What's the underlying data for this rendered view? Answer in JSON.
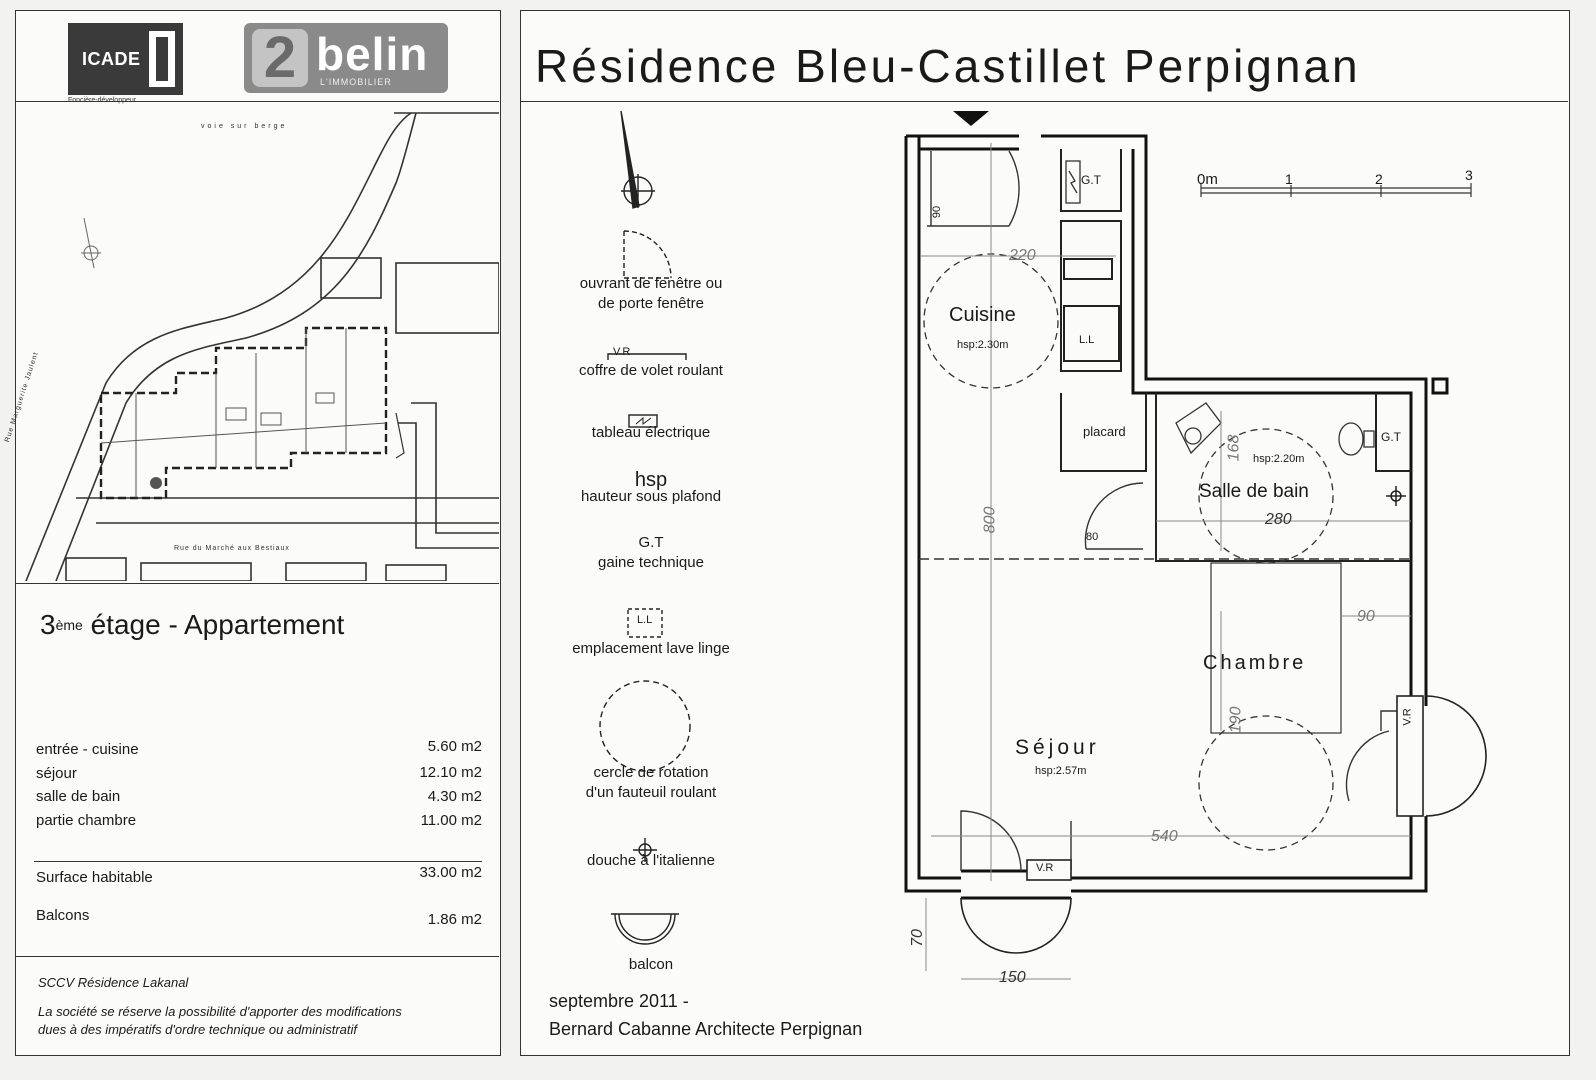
{
  "logos": {
    "icade": "ICADE",
    "icade_sub": "Foncière-développeur",
    "belin_word": "belin",
    "belin_sub": "L'IMMOBILIER"
  },
  "site_plan": {
    "voie_label": "voie sur berge",
    "rue_marguerite": "Rue Marguerite Jaulent",
    "rue_marche": "Rue du Marché aux Bestiaux"
  },
  "floor": {
    "floor_prefix": "3",
    "floor_sup": "ème",
    "floor_rest": "étage  -  Appartement"
  },
  "areas": [
    {
      "label": "entrée - cuisine",
      "value": "5.60 m2"
    },
    {
      "label": "séjour",
      "value": "12.10 m2"
    },
    {
      "label": "salle de bain",
      "value": "4.30 m2"
    },
    {
      "label": "partie chambre",
      "value": "11.00 m2"
    }
  ],
  "totals": {
    "surface_label": "Surface habitable",
    "surface_value": "33.00 m2",
    "balcons_label": "Balcons",
    "balcons_value": "1.86 m2"
  },
  "footer": {
    "company": "SCCV Résidence Lakanal",
    "disclaimer_line1": "La société se réserve la possibilité d'apporter des modifications",
    "disclaimer_line2": "dues à des impératifs d'ordre technique ou administratif"
  },
  "title": "Résidence Bleu-Castillet Perpignan",
  "legend": {
    "window_line1": "ouvrant de fenêtre ou",
    "window_line2": "de porte fenêtre",
    "vr_box": "V.R",
    "vr_text": "coffre de volet roulant",
    "elec_text": "tableau électrique",
    "hsp_title": "hsp",
    "hsp_text": "hauteur sous plafond",
    "gt_title": "G.T",
    "gt_text": "gaine technique",
    "ll_box": "L.L",
    "ll_text": "emplacement lave linge",
    "circle_line1": "cercle de rotation",
    "circle_line2": "d'un fauteuil roulant",
    "shower_text": "douche à l'italienne",
    "balcony_text": "balcon"
  },
  "credits": {
    "date": "septembre 2011 -",
    "architect": "Bernard Cabanne Architecte Perpignan"
  },
  "plan": {
    "scale_0": "0m",
    "scale_1": "1",
    "scale_2": "2",
    "scale_3": "3",
    "gt_top": "G.T",
    "gt_right": "G.T",
    "ll": "L.L",
    "placard": "placard",
    "cuisine": "Cuisine",
    "cuisine_hsp": "hsp:2.30m",
    "sdb": "Salle de bain",
    "sdb_hsp": "hsp:2.20m",
    "chambre": "Chambre",
    "sejour": "Séjour",
    "sejour_hsp": "hsp:2.57m",
    "vr_bottom": "V.R",
    "vr_right": "V.R",
    "dim_90_door": "90",
    "dim_220": "220",
    "dim_800": "800",
    "dim_168": "168",
    "dim_280": "280",
    "dim_80": "80",
    "dim_90_bed": "90",
    "dim_190": "190",
    "dim_540": "540",
    "dim_70": "70",
    "dim_150": "150"
  }
}
